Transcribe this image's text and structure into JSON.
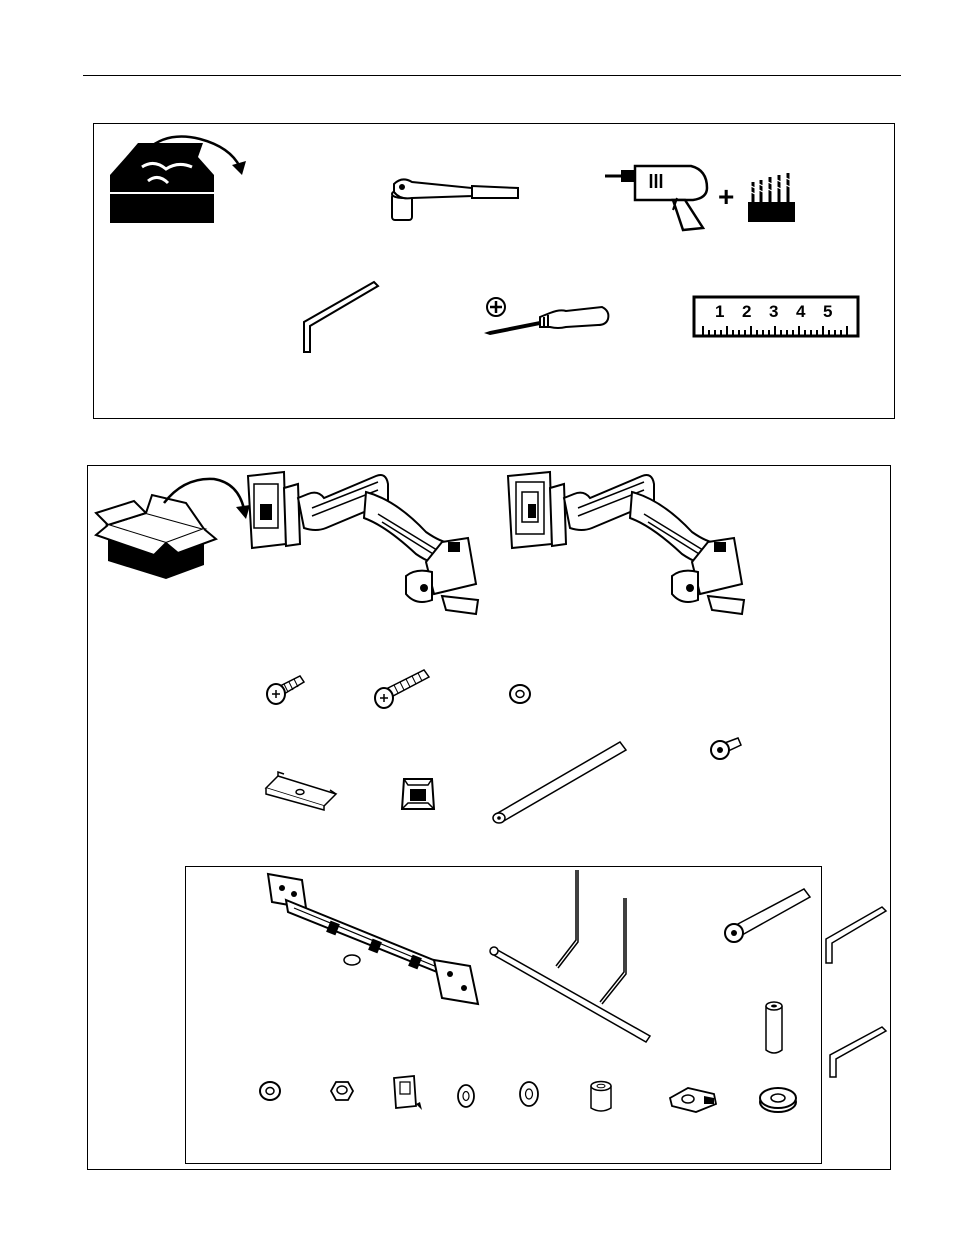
{
  "tools": {
    "ruler": {
      "numbers": [
        "1",
        "2",
        "3",
        "4",
        "5"
      ]
    },
    "drill_combo": {
      "operator": "+"
    }
  },
  "icons": {
    "toolbox": "toolbox-icon",
    "box": "open-box-icon",
    "socket_wrench": "socket-wrench-icon",
    "drill": "power-drill-icon",
    "drill_bits": "drill-bits-icon",
    "hex_key": "hex-key-icon",
    "screwdriver": "phillips-screwdriver-icon",
    "ruler": "ruler-icon"
  },
  "colors": {
    "ink": "#000000",
    "paper": "#ffffff",
    "part_fill": "#f2f2f2"
  }
}
